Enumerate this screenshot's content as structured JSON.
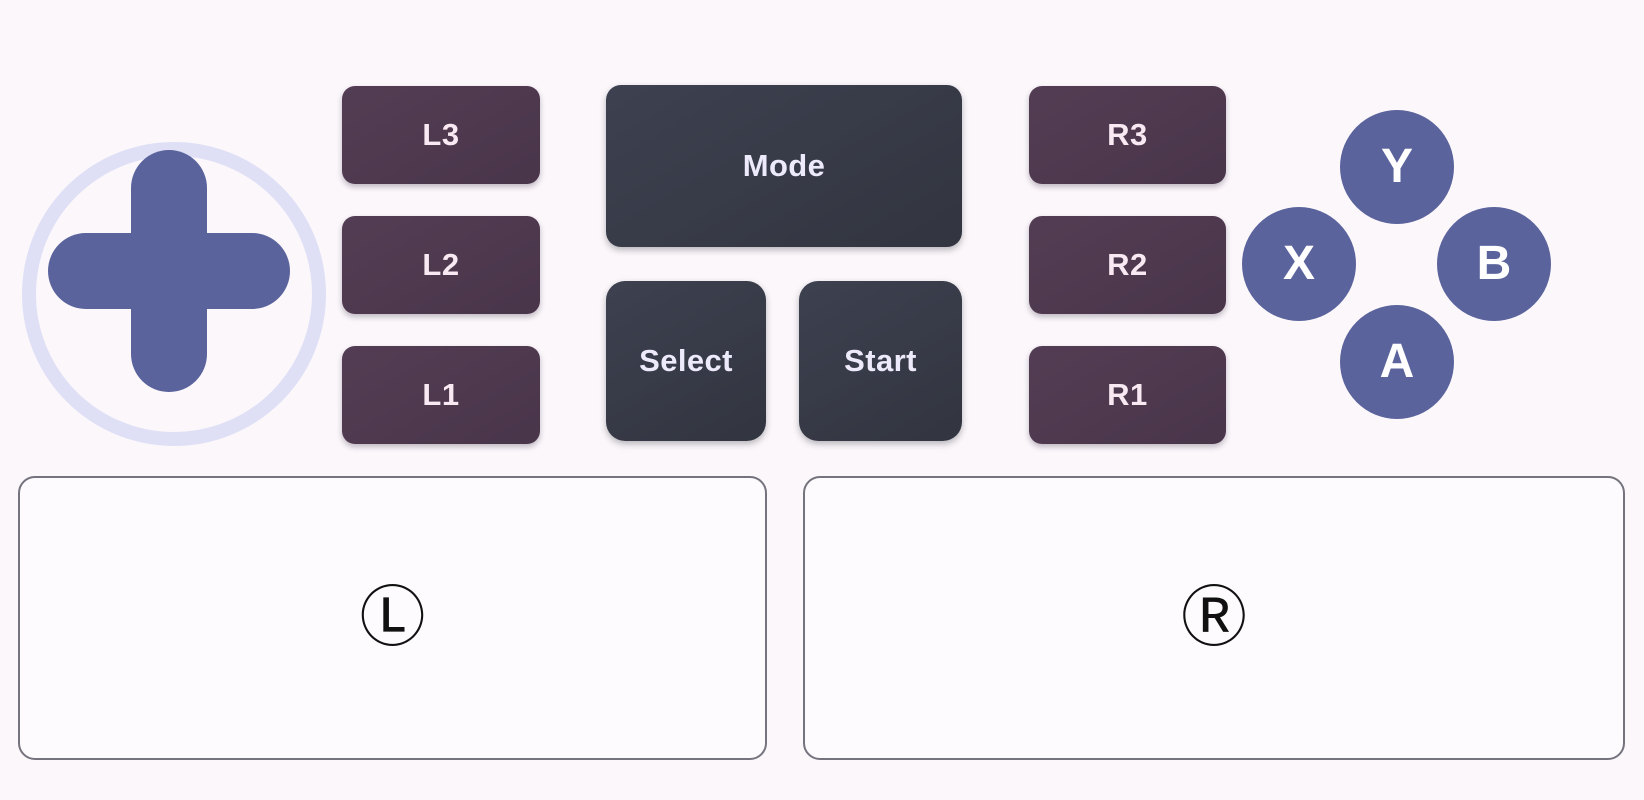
{
  "theme": {
    "background": "#fbf7fb",
    "dpad_color": "#5b639c",
    "dpad_ring_color": "#dfe0f5",
    "trigger_color": "#4d3a4e",
    "trigger_text_color": "#f9e9f2",
    "center_button_color": "#383c47",
    "center_button_text_color": "#eceafb",
    "face_button_color": "#5b639c",
    "face_button_text_color": "#ffffff",
    "trackpad_border_color": "#75737e",
    "trackpad_fill": "#fdfbfd"
  },
  "dpad": {
    "name": "d-pad",
    "directions": [
      "up",
      "right",
      "down",
      "left"
    ]
  },
  "left_triggers": [
    {
      "id": "l3",
      "label": "L3"
    },
    {
      "id": "l2",
      "label": "L2"
    },
    {
      "id": "l1",
      "label": "L1"
    }
  ],
  "right_triggers": [
    {
      "id": "r3",
      "label": "R3"
    },
    {
      "id": "r2",
      "label": "R2"
    },
    {
      "id": "r1",
      "label": "R1"
    }
  ],
  "center_buttons": {
    "mode": {
      "id": "mode",
      "label": "Mode"
    },
    "select": {
      "id": "select",
      "label": "Select"
    },
    "start": {
      "id": "start",
      "label": "Start"
    }
  },
  "face_buttons": [
    {
      "id": "y",
      "label": "Y",
      "position": "top"
    },
    {
      "id": "x",
      "label": "X",
      "position": "left"
    },
    {
      "id": "b",
      "label": "B",
      "position": "right"
    },
    {
      "id": "a",
      "label": "A",
      "position": "bottom"
    }
  ],
  "trackpads": [
    {
      "id": "left-stick",
      "glyph": "Ⓛ",
      "label": "L"
    },
    {
      "id": "right-stick",
      "glyph": "Ⓡ",
      "label": "R"
    }
  ]
}
